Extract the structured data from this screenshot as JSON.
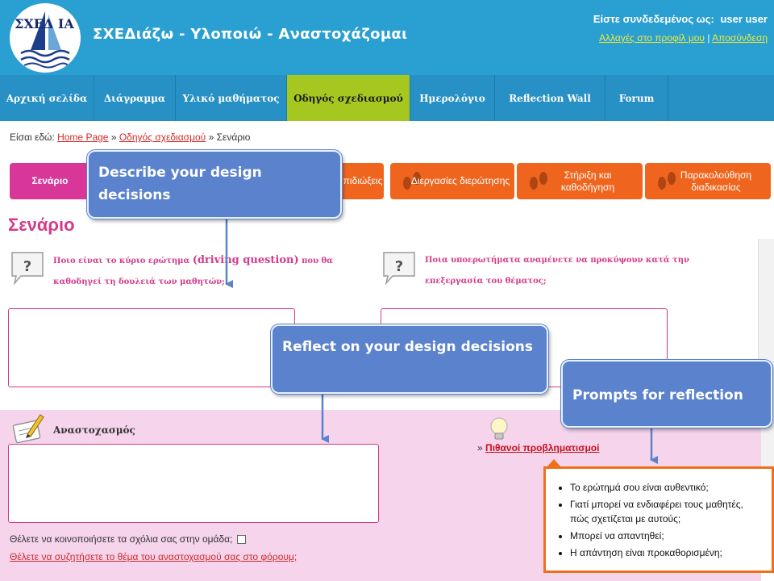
{
  "header": {
    "logo_text": "ΣΧΕΔ  ΙΑ",
    "site_title": "ΣΧΕΔιάζω - Υλοποιώ - Αναστοχάζομαι",
    "logged_in_label": "Είστε συνδεδεμένος ως:",
    "user_name": "user  user",
    "profile_link": "Αλλαγές στο προφίλ μου",
    "separator": "|",
    "logout_link": "Αποσύνδεση"
  },
  "nav": {
    "items": [
      {
        "label": "Αρχική σελίδα"
      },
      {
        "label": "Διάγραμμα"
      },
      {
        "label": "Υλικό μαθήματος"
      },
      {
        "label": "Οδηγός σχεδιασμού"
      },
      {
        "label": "Ημερολόγιο"
      },
      {
        "label": "Reflection Wall"
      },
      {
        "label": "Forum"
      }
    ],
    "active_index": 3
  },
  "breadcrumb": {
    "prefix": "Είσαι εδώ:",
    "home": "Home Page",
    "sep": "»",
    "guide": "Οδηγός σχεδιασμού",
    "current": "Σενάριο"
  },
  "steps": {
    "items": [
      {
        "label": "Σενάριο"
      },
      {
        "label": "Επιδιώξεις"
      },
      {
        "label": "Διεργασίες διερώτησης"
      },
      {
        "label": "Στήριξη και καθοδήγηση"
      },
      {
        "label": "Παρακολούθηση διαδικασίας"
      }
    ],
    "colors": {
      "active": "#d9369a",
      "inactive": "#f0651e"
    }
  },
  "page": {
    "title": "Σενάριο",
    "question_left_a": "Ποιο είναι το κύριο ερώτημα ",
    "question_left_b": "(driving question)",
    "question_left_c": " που θα καθοδηγεί τη δουλειά των μαθητών;",
    "question_right": "Ποια υποερωτήματα αναμένετε να προκύψουν κατά την επεξεργασία του θέματος;"
  },
  "reflection": {
    "title": "Αναστοχασμός",
    "prompts_prefix": "»",
    "prompts_link": "Πιθανοί προβληματισμοί",
    "share_question": "Θέλετε να κοινοποιήσετε τα σχόλια σας στην ομάδα;",
    "forum_link": "Θέλετε να συζητήσετε το θέμα του αναστοχασμού σας στο φόρουμ;"
  },
  "prompts": [
    "Το ερώτημά σου είναι αυθεντικό;",
    "Γιατί μπορεί να ενδιαφέρει τους μαθητές, πώς σχετίζεται με αυτούς;",
    "Μπορεί να απαντηθεί;",
    "Η απάντηση είναι προκαθορισμένη;"
  ],
  "callouts": {
    "describe": "Describe your design decisions",
    "reflect": "Reflect on your design decisions",
    "prompts": "Prompts for reflection"
  },
  "colors": {
    "header_blue": "#2a9fd2",
    "nav_active": "#a6c720",
    "accent_pink": "#d63a8a",
    "callout_blue": "#5b82cc",
    "popup_border": "#f0701a"
  }
}
